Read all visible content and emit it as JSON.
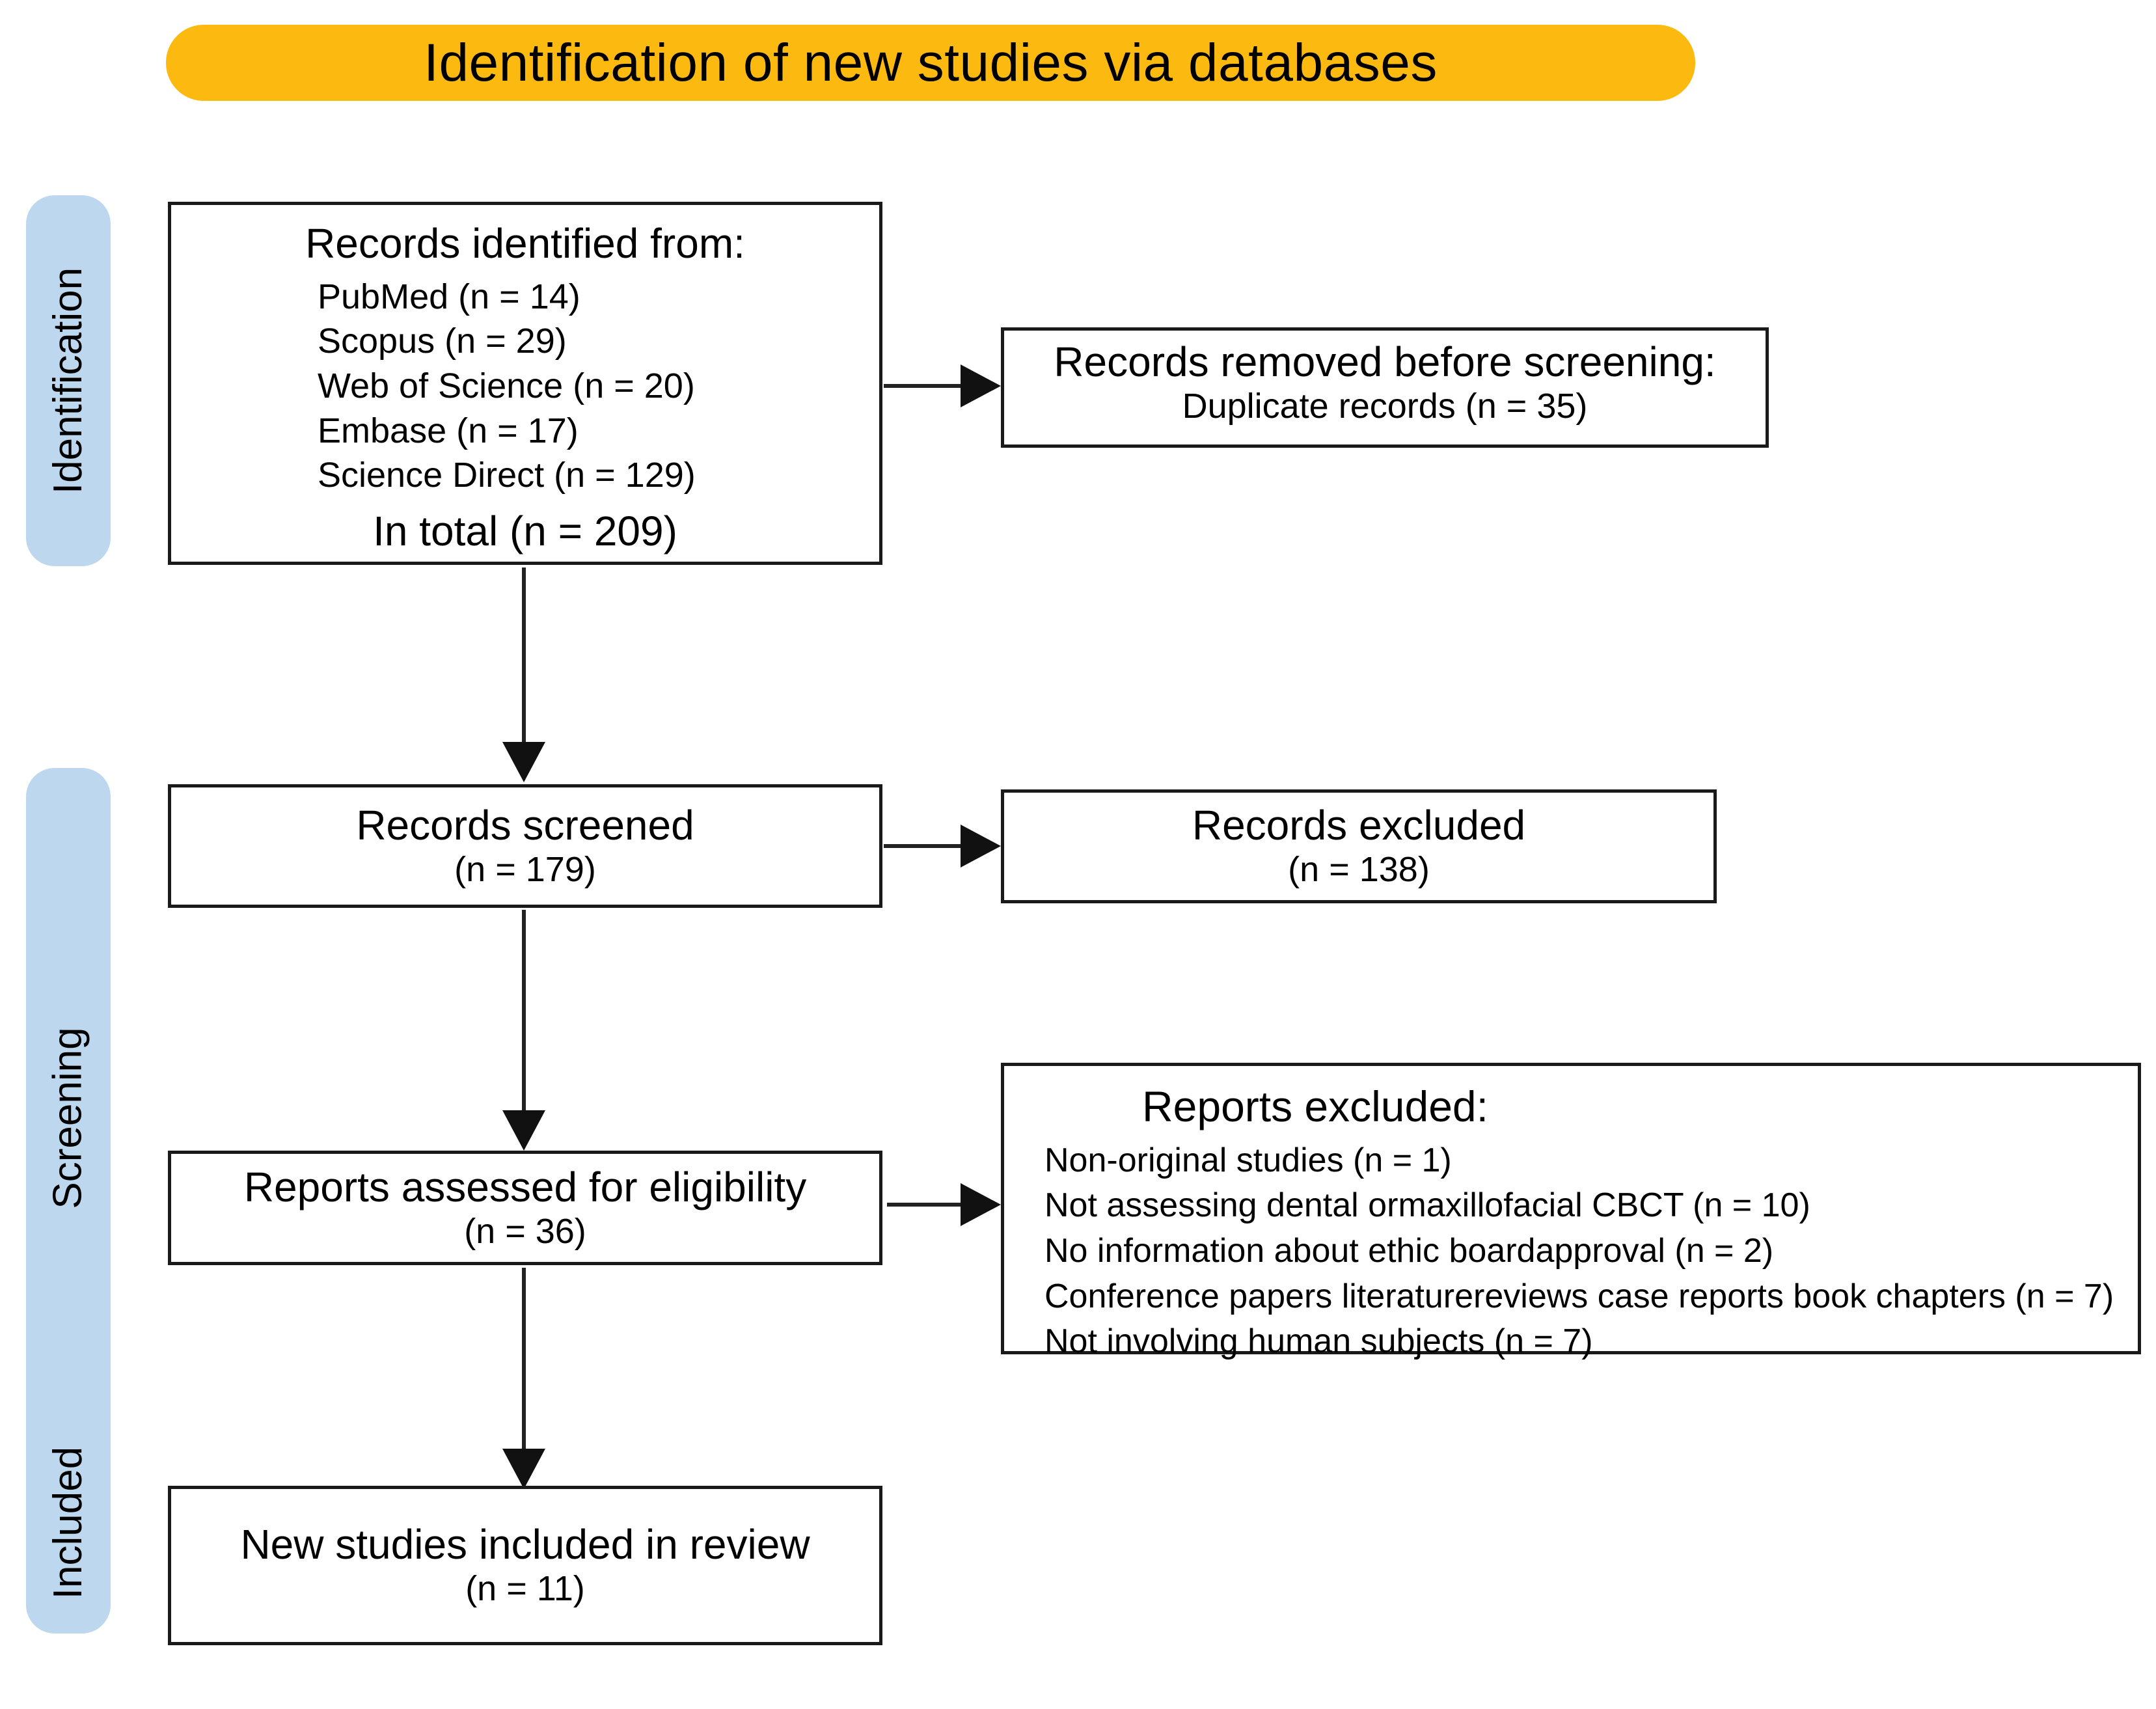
{
  "diagram": {
    "title": "Identification of new studies via databases",
    "title_color": "#fcba10",
    "stage_color": "#bdd7ee",
    "stages": [
      {
        "label": "Identification"
      },
      {
        "label": "Screening"
      },
      {
        "label": "Included"
      }
    ],
    "boxes": {
      "identified": {
        "heading": "Records identified from:",
        "sources": [
          "PubMed (n = 14)",
          "Scopus (n = 29)",
          "Web of Science (n = 20)",
          "Embase (n = 17)",
          "Science Direct (n = 129)"
        ],
        "total": "In total (n = 209)"
      },
      "removed": {
        "heading": "Records removed before screening:",
        "detail": "Duplicate records (n = 35)"
      },
      "screened": {
        "heading": "Records screened",
        "count": "(n = 179)"
      },
      "records_excluded": {
        "heading": "Records excluded",
        "count": "(n = 138)"
      },
      "eligibility": {
        "heading": "Reports assessed for eligibility",
        "count": "(n = 36)"
      },
      "reports_excluded": {
        "heading": "Reports excluded:",
        "reasons": [
          "Non-original studies (n = 1)",
          "Not assessing dental ormaxillofacial CBCT (n = 10)",
          "No information about ethic boardapproval (n = 2)",
          "Conference papers literaturereviews case reports book chapters (n = 7)",
          "Not involving human subjects (n = 7)"
        ]
      },
      "included": {
        "heading": "New studies included in review",
        "count": "(n = 11)"
      }
    }
  }
}
